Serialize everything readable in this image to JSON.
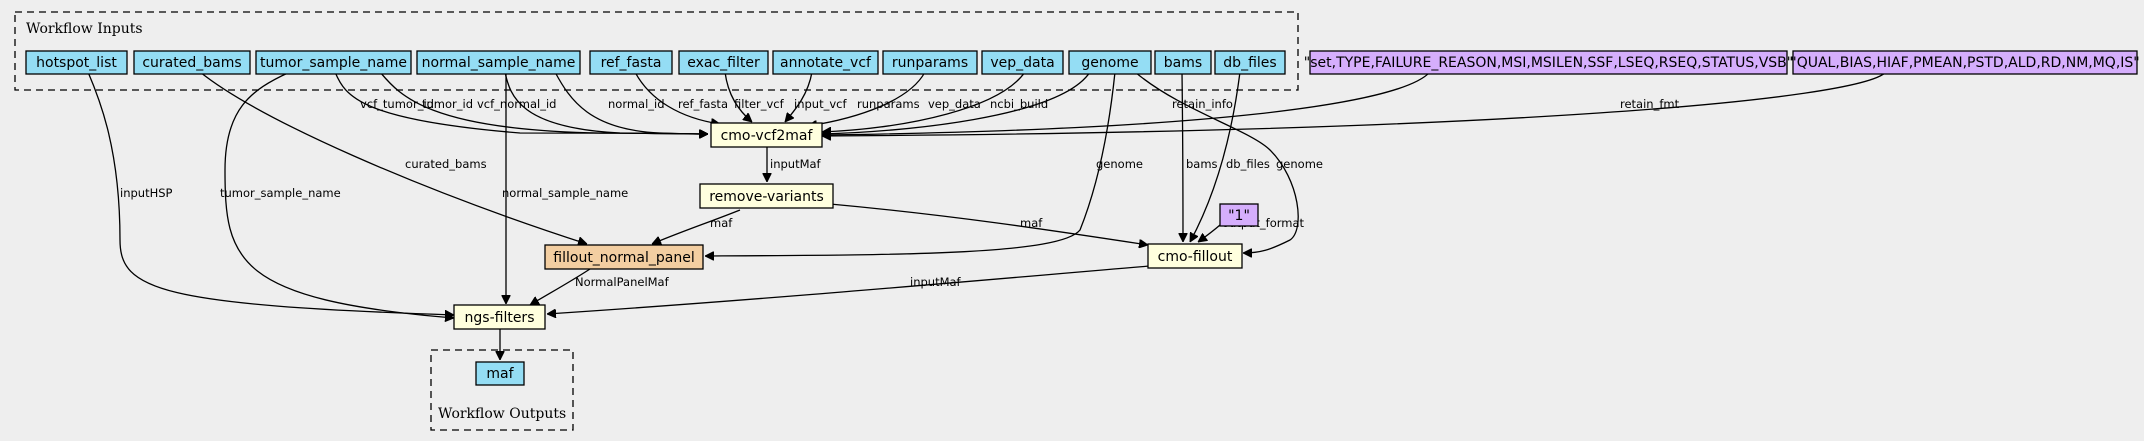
{
  "clusters": {
    "inputs_title": "Workflow Inputs",
    "outputs_title": "Workflow Outputs"
  },
  "colors": {
    "background": "#eeeeee",
    "input_fill": "#94ddf4",
    "step_fill": "#ffffde",
    "subworkflow_fill": "#f3cea1",
    "default_fill": "#d5aefc"
  },
  "nodes": {
    "hotspot_list": "hotspot_list",
    "curated_bams": "curated_bams",
    "tumor_sample_name": "tumor_sample_name",
    "normal_sample_name": "normal_sample_name",
    "ref_fasta": "ref_fasta",
    "exac_filter": "exac_filter",
    "annotate_vcf": "annotate_vcf",
    "runparams": "runparams",
    "vep_data": "vep_data",
    "genome": "genome",
    "bams": "bams",
    "db_files": "db_files",
    "retain_info_default": "\"set,TYPE,FAILURE_REASON,MSI,MSILEN,SSF,LSEQ,RSEQ,STATUS,VSB\"",
    "retain_fmt_default": "\"QUAL,BIAS,HIAF,PMEAN,PSTD,ALD,RD,NM,MQ,IS\"",
    "cmo_vcf2maf": "cmo-vcf2maf",
    "remove_variants": "remove-variants",
    "output_format_default": "\"1\"",
    "fillout_normal_panel": "fillout_normal_panel",
    "cmo_fillout": "cmo-fillout",
    "ngs_filters": "ngs-filters",
    "maf": "maf"
  },
  "edge_labels": {
    "vcf_tumor_id": "vcf_tumor_id",
    "tumor_id": "tumor_id",
    "vcf_normal_id": "vcf_normal_id",
    "normal_id": "normal_id",
    "ref_fasta": "ref_fasta",
    "filter_vcf": "filter_vcf",
    "input_vcf": "input_vcf",
    "runparams": "runparams",
    "vep_data": "vep_data",
    "ncbi_build": "ncbi_build",
    "retain_info": "retain_info",
    "retain_fmt": "retain_fmt",
    "inputMaf_1": "inputMaf",
    "inputHSP": "inputHSP",
    "curated_bams": "curated_bams",
    "tumor_sample_name": "tumor_sample_name",
    "normal_sample_name": "normal_sample_name",
    "genome_1": "genome",
    "bams": "bams",
    "db_files": "db_files",
    "genome_2": "genome",
    "output_format": "output_format",
    "maf_1": "maf",
    "maf_2": "maf",
    "NormalPanelMaf": "NormalPanelMaf",
    "inputMaf_2": "inputMaf"
  }
}
